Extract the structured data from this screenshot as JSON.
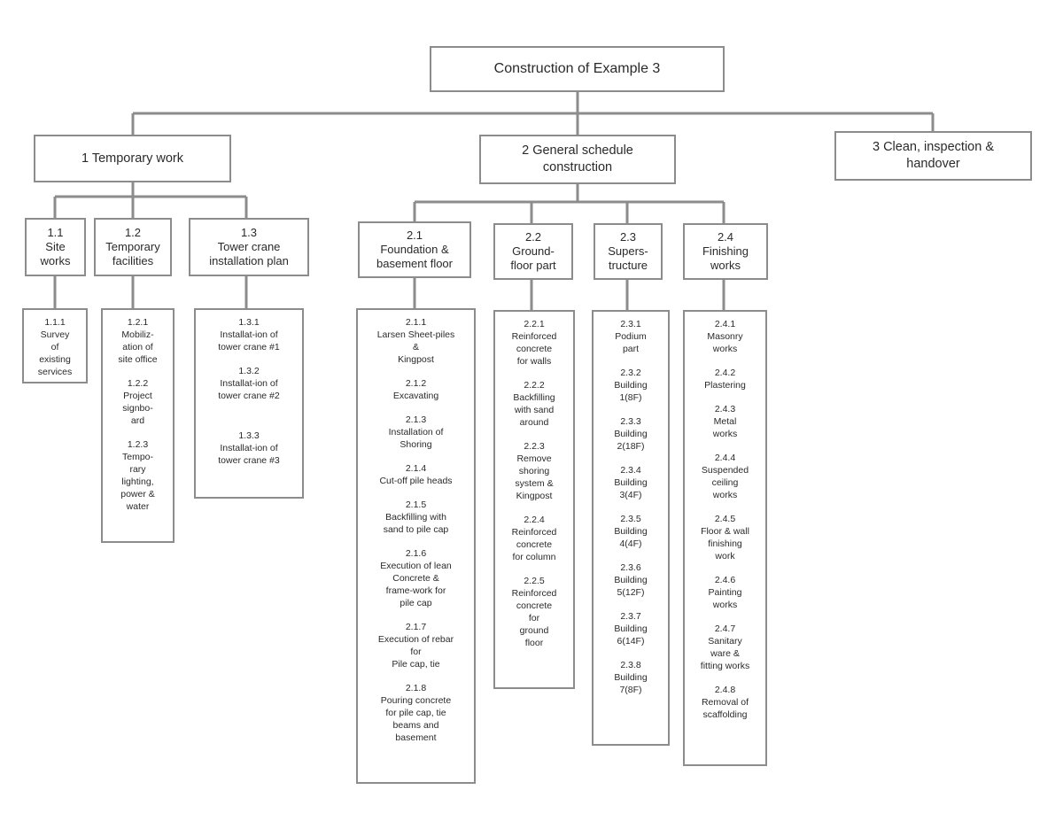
{
  "root": "Construction of Example 3",
  "level1": [
    {
      "id": "temp",
      "label": "1 Temporary work"
    },
    {
      "id": "gen",
      "label": "2 General schedule\nconstruction"
    },
    {
      "id": "clean",
      "label": "3 Clean, inspection &\nhandover"
    }
  ],
  "level2": [
    {
      "id": "1-1",
      "label": "1.1\nSite\nworks"
    },
    {
      "id": "1-2",
      "label": "1.2\nTemporary\nfacilities"
    },
    {
      "id": "1-3",
      "label": "1.3\nTower crane\ninstallation plan"
    },
    {
      "id": "2-1",
      "label": "2.1\nFoundation &\nbasement floor"
    },
    {
      "id": "2-2",
      "label": "2.2\nGround-\nfloor part"
    },
    {
      "id": "2-3",
      "label": "2.3\nSupers-\ntructure"
    },
    {
      "id": "2-4",
      "label": "2.4\nFinishing\nworks"
    }
  ],
  "leaves": [
    {
      "id": "1-1",
      "items": [
        "1.1.1\nSurvey\nof\nexisting\nservices"
      ]
    },
    {
      "id": "1-2",
      "items": [
        "1.2.1\nMobiliz-\nation of\nsite office",
        "1.2.2\nProject\nsignbo-\nard",
        "1.2.3\nTempo-\nrary\nlighting,\npower &\nwater"
      ]
    },
    {
      "id": "1-3",
      "items": [
        "1.3.1\nInstallat-ion of\ntower crane #1",
        "1.3.2\nInstallat-ion of\ntower crane #2",
        "1.3.3\nInstallat-ion of\ntower crane #3"
      ]
    },
    {
      "id": "2-1",
      "items": [
        "2.1.1\nLarsen Sheet-piles\n&\nKingpost",
        "2.1.2\nExcavating",
        "2.1.3\nInstallation of\nShoring",
        "2.1.4\nCut-off pile heads",
        "2.1.5\nBackfilling with\nsand to pile cap",
        "2.1.6\nExecution of lean\nConcrete &\nframe-work for\npile cap",
        "2.1.7\nExecution of rebar\nfor\nPile cap, tie",
        "2.1.8\nPouring concrete\nfor pile cap, tie\nbeams and\nbasement"
      ]
    },
    {
      "id": "2-2",
      "items": [
        "2.2.1\nReinforced\nconcrete\nfor walls",
        "2.2.2\nBackfilling\nwith sand\naround",
        "2.2.3\nRemove\nshoring\nsystem &\nKingpost",
        "2.2.4\nReinforced\nconcrete\nfor column",
        "2.2.5\nReinforced\nconcrete\nfor\nground\nfloor"
      ]
    },
    {
      "id": "2-3",
      "items": [
        "2.3.1\nPodium\npart",
        "2.3.2\nBuilding\n1(8F)",
        "2.3.3\nBuilding\n2(18F)",
        "2.3.4\nBuilding\n3(4F)",
        "2.3.5\nBuilding\n4(4F)",
        "2.3.6\nBuilding\n5(12F)",
        "2.3.7\nBuilding\n6(14F)",
        "2.3.8\nBuilding\n7(8F)"
      ]
    },
    {
      "id": "2-4",
      "items": [
        "2.4.1\nMasonry\nworks",
        "2.4.2\nPlastering",
        "2.4.3\nMetal\nworks",
        "2.4.4\nSuspended\nceiling\nworks",
        "2.4.5\nFloor & wall\nfinishing\nwork",
        "2.4.6\nPainting\nworks",
        "2.4.7\nSanitary\nware &\nfitting works",
        "2.4.8\nRemoval of\nscaffolding"
      ]
    }
  ]
}
